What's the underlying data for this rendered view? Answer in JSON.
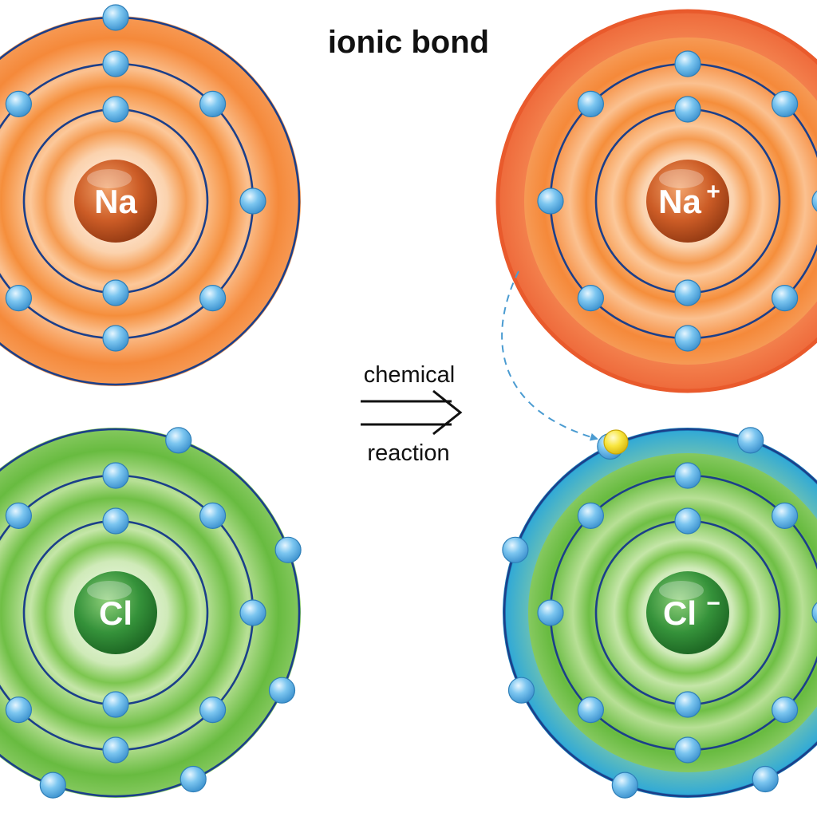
{
  "title": "ionic bond",
  "reaction": {
    "line1": "chemical",
    "line2": "reaction"
  },
  "colors": {
    "shell": "#1b3f8a",
    "electron": "#5eb3e6",
    "transferred_electron": "#f5e033",
    "arrow": "#111111",
    "transfer_path": "#4a9bd1",
    "sodium_glow": "#f7913f",
    "sodium_ion_outer": "#e95a2c",
    "chlorine_glow": "#72c14a",
    "chlorine_ion_outer": "#29a6d6",
    "nucleus_sodium": "#c85722",
    "nucleus_chlorine": "#2f8a2f"
  },
  "atoms": [
    {
      "id": "sodium-atom",
      "symbol": "Na",
      "charge": "",
      "shells": [
        2,
        8,
        1
      ],
      "element": "sodium",
      "ion": false
    },
    {
      "id": "chlorine-atom",
      "symbol": "Cl",
      "charge": "",
      "shells": [
        2,
        8,
        7
      ],
      "element": "chlorine",
      "ion": false
    },
    {
      "id": "sodium-ion",
      "symbol": "Na",
      "charge": "+",
      "shells": [
        2,
        8
      ],
      "element": "sodium",
      "ion": true
    },
    {
      "id": "chloride-ion",
      "symbol": "Cl",
      "charge": "−",
      "shells": [
        2,
        8,
        8
      ],
      "element": "chlorine",
      "ion": true
    }
  ]
}
